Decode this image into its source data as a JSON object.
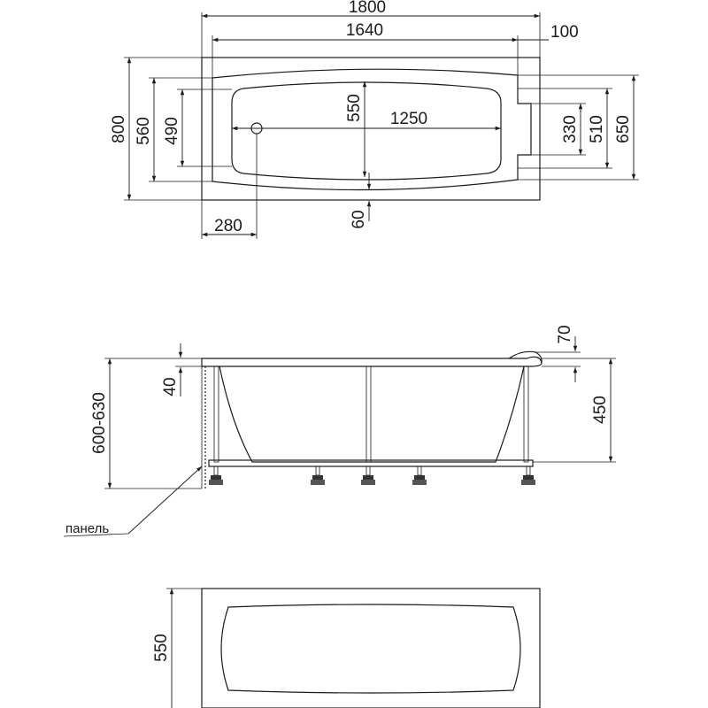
{
  "top_view": {
    "dims": {
      "total_length": "1800",
      "inner_length": "1640",
      "offset_right": "100",
      "total_width": "800",
      "width_560": "560",
      "width_490": "490",
      "width_550": "550",
      "length_1250": "1250",
      "width_330": "330",
      "width_510": "510",
      "width_650": "650",
      "drain_offset": "280",
      "rim_60": "60"
    }
  },
  "side_view": {
    "dims": {
      "total_height": "600-630",
      "rim_40": "40",
      "headrest_70": "70",
      "depth_450": "450"
    },
    "panel_label": "панель"
  },
  "front_view": {
    "dims": {
      "width_550": "550"
    }
  }
}
